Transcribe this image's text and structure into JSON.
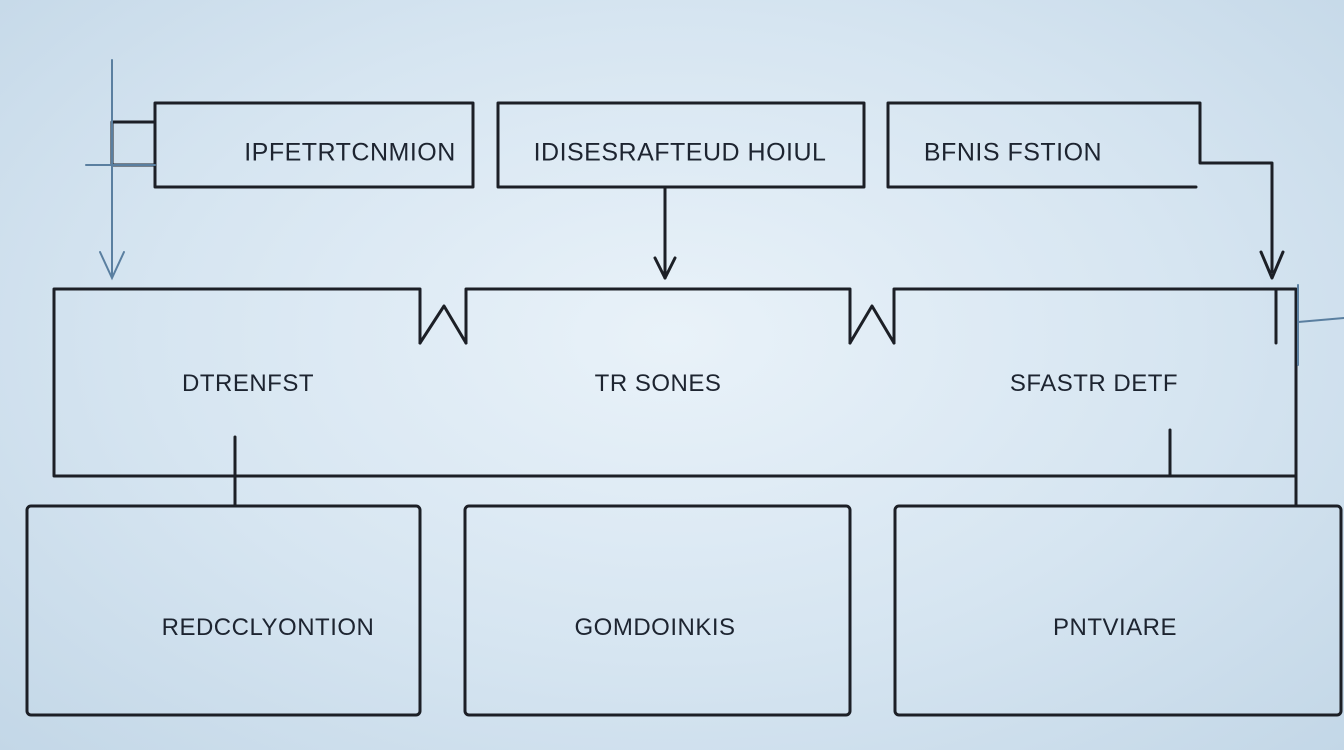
{
  "diagram": {
    "top_row": [
      {
        "id": "top-1",
        "label": "IPFETRTCNMION"
      },
      {
        "id": "top-2",
        "label": "IDISESRAFTEUD HOIUL"
      },
      {
        "id": "top-3",
        "label": "BFNIS  FSTION"
      }
    ],
    "middle_row": [
      {
        "id": "mid-1",
        "label": "DTRENFST"
      },
      {
        "id": "mid-2",
        "label": "TR  SONES"
      },
      {
        "id": "mid-3",
        "label": "SFASTR  DETF"
      }
    ],
    "bottom_row": [
      {
        "id": "bot-1",
        "label": "REDCCLYONTION"
      },
      {
        "id": "bot-2",
        "label": "GOMDOINKIS"
      },
      {
        "id": "bot-3",
        "label": "PNTVIARE"
      }
    ],
    "colors": {
      "stroke": "#1c1f26",
      "accent_stroke": "#5a7fa0",
      "background": "#dbe8f3"
    }
  }
}
